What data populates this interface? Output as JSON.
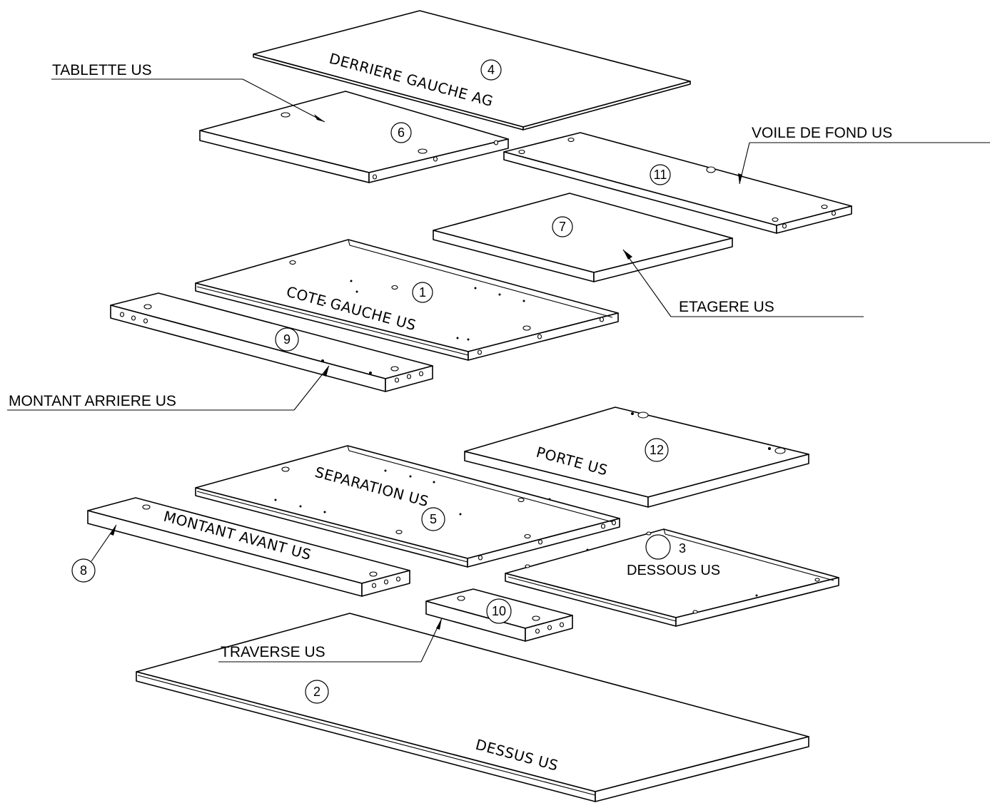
{
  "parts": {
    "p1": {
      "number": "1",
      "label": "COTE GAUCHE US"
    },
    "p2": {
      "number": "2",
      "label": "DESSUS US"
    },
    "p3": {
      "number": "3",
      "label": "DESSOUS US"
    },
    "p4": {
      "number": "4",
      "label": "DERRIERE GAUCHE AG"
    },
    "p5": {
      "number": "5",
      "label": "SEPARATION US"
    },
    "p6": {
      "number": "6",
      "label": "TABLETTE US"
    },
    "p7": {
      "number": "7",
      "label": "ETAGERE US"
    },
    "p8": {
      "number": "8",
      "label": "MONTANT AVANT US"
    },
    "p9": {
      "number": "9",
      "label": "MONTANT ARRIERE US"
    },
    "p10": {
      "number": "10",
      "label": "TRAVERSE US"
    },
    "p11": {
      "number": "11",
      "label": "VOILE DE FOND US"
    },
    "p12": {
      "number": "12",
      "label": "PORTE US"
    }
  }
}
